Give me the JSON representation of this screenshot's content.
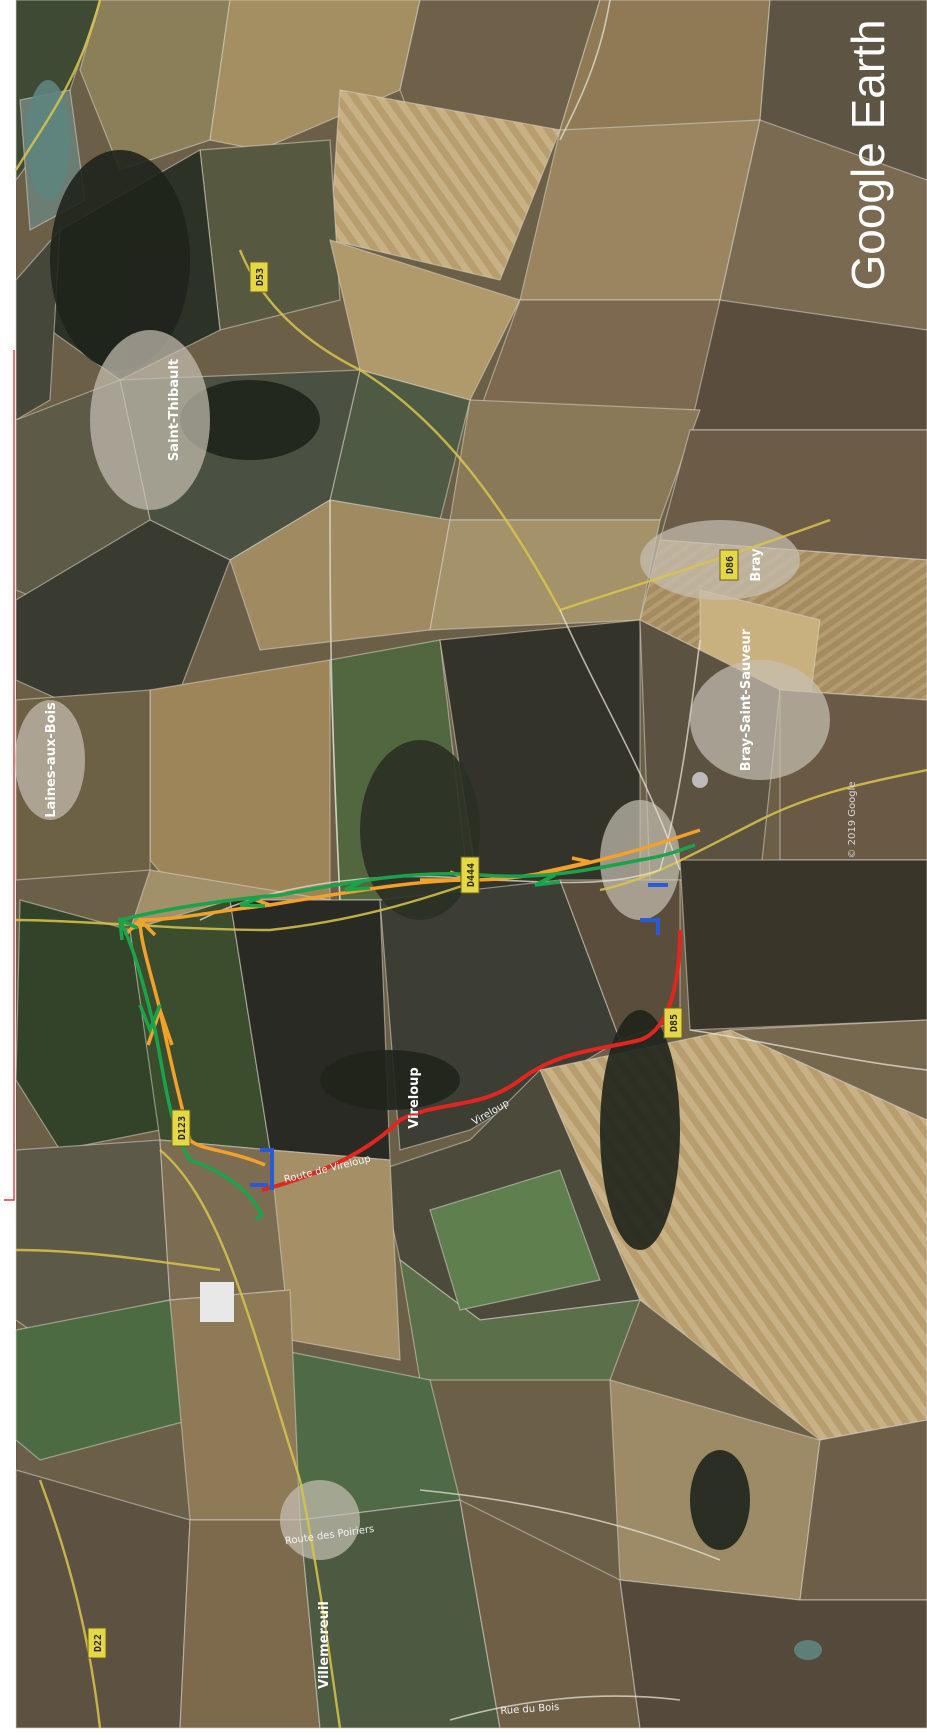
{
  "map": {
    "watermark": "Google Earth",
    "copyright": "© 2019 Google",
    "places": {
      "saint_thibault": "Saint-Thibault",
      "bray": "Bray",
      "bray_east": "Bray-Saint-Sauveur",
      "vireloup": "Vireloup",
      "villemereuil": "Villemereuil",
      "laines_aux_bois": "Laines-aux-Bois"
    },
    "roads": {
      "d444": "D444",
      "d85": "D85",
      "d123": "D123",
      "d53": "D53",
      "d86": "D86",
      "d22": "D22"
    },
    "streets": {
      "route_vireloup": "Route de Vireloup",
      "vireloup_road": "Vireloup",
      "route_des_poiriers": "Route des Poiriers",
      "rue_du_bois": "Rue du Bois"
    },
    "route_colors": {
      "green": "#1aa34a",
      "orange": "#f2a12b",
      "red": "#e0261f",
      "blue": "#2a5bd7"
    }
  }
}
